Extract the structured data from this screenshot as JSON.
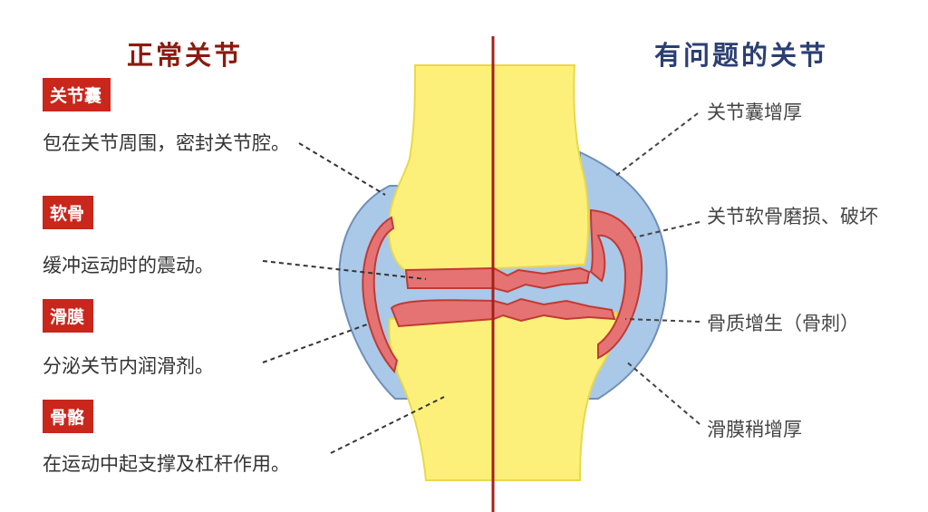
{
  "headings": {
    "left": "正常关节",
    "right": "有问题的关节"
  },
  "normal": [
    {
      "tag": "关节囊",
      "desc": "包在关节周围，密封关节腔。"
    },
    {
      "tag": "软骨",
      "desc": "缓冲运动时的震动。"
    },
    {
      "tag": "滑膜",
      "desc": "分泌关节内润滑剂。"
    },
    {
      "tag": "骨骼",
      "desc": "在运动中起支撑及杠杆作用。"
    }
  ],
  "problem": [
    {
      "label": "关节囊增厚"
    },
    {
      "label": "关节软骨磨损、破坏"
    },
    {
      "label": "骨质增生（骨刺）"
    },
    {
      "label": "滑膜稍增厚"
    }
  ],
  "colors": {
    "bone": "#fdf07a",
    "bone_outline": "#e9d84a",
    "cartilage": "#e57373",
    "cartilage_outline": "#c03a33",
    "capsule": "#aac8e8",
    "capsule_outline": "#6f8fb8",
    "divider": "#a3201b",
    "tag_bg": "#c9261c",
    "left_title": "#8b1a10",
    "right_title": "#2b3f73"
  }
}
